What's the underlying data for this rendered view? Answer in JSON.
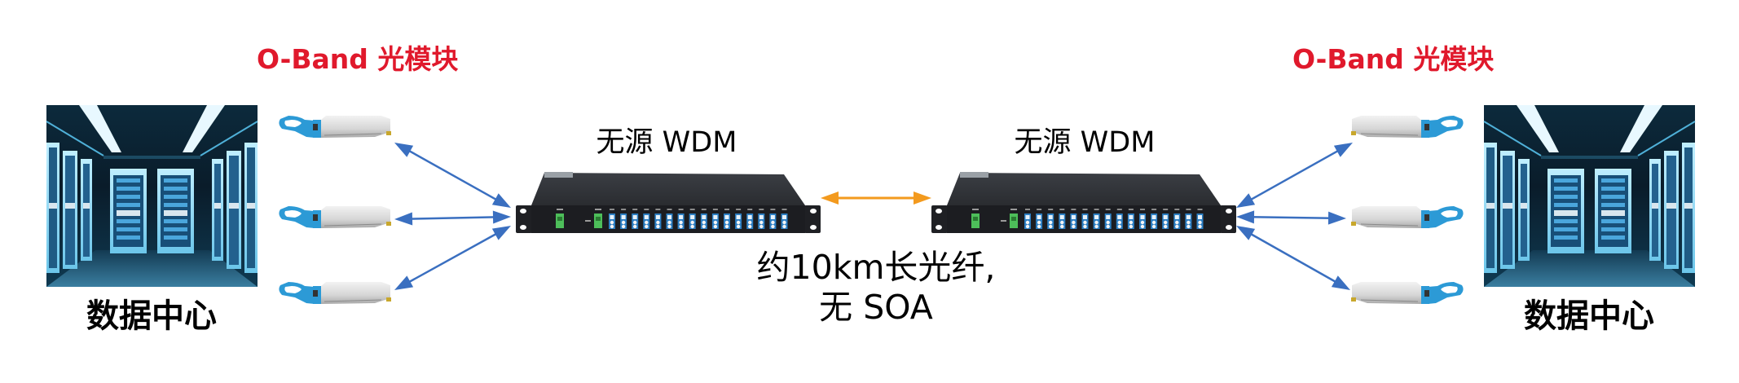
{
  "diagram": {
    "left_site": {
      "datacenter_label": "数据中心",
      "module_group_label": "O-Band 光模块",
      "module_count": 3,
      "wdm_label": "无源 WDM"
    },
    "right_site": {
      "datacenter_label": "数据中心",
      "module_group_label": "O-Band 光模块",
      "module_count": 3,
      "wdm_label": "无源 WDM"
    },
    "link": {
      "line1": "约10km长光纤,",
      "line2": "无 SOA"
    },
    "colors": {
      "module_label": "#E0192C",
      "module_arrows": "#3A6FC0",
      "fiber_arrow": "#F39A1E",
      "wdm_body": "#2B2D31",
      "wdm_port_blue": "#2C7FC4",
      "wdm_port_green": "#4DBE5A",
      "module_latch": "#2C9AD6"
    },
    "icons": {
      "datacenter": "server-room-icon",
      "module": "qsfp-transceiver-icon",
      "wdm": "rack-wdm-mux-icon"
    }
  }
}
